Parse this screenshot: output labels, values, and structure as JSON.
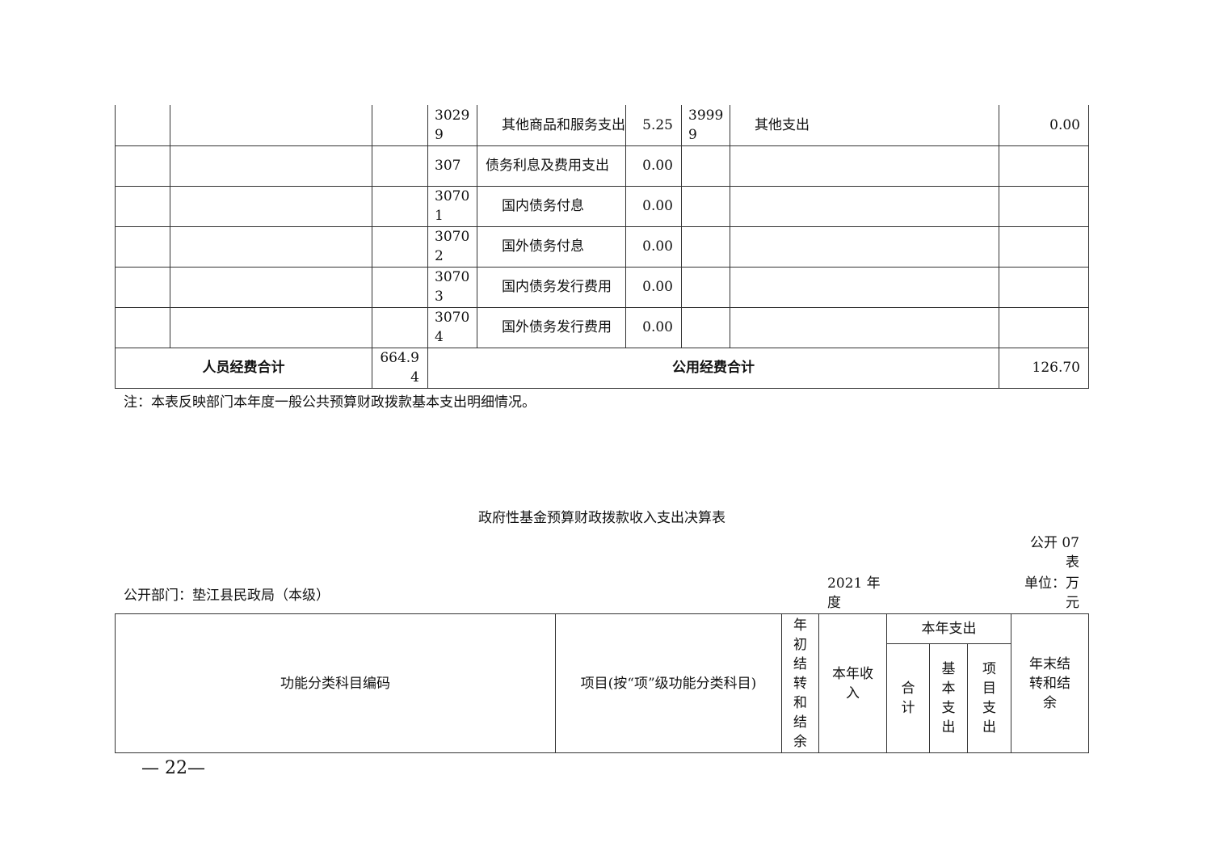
{
  "table1": {
    "rows": [
      {
        "code1": "30299",
        "name1": "其他商品和服务支出",
        "amt1": "5.25",
        "code2": "39999",
        "name2": "其他支出",
        "amt2": "0.00"
      },
      {
        "code1": "307",
        "name1": "债务利息及费用支出",
        "amt1": "0.00",
        "code2": "",
        "name2": "",
        "amt2": ""
      },
      {
        "code1": "30701",
        "name1": "国内债务付息",
        "amt1": "0.00",
        "code2": "",
        "name2": "",
        "amt2": ""
      },
      {
        "code1": "30702",
        "name1": "国外债务付息",
        "amt1": "0.00",
        "code2": "",
        "name2": "",
        "amt2": ""
      },
      {
        "code1": "30703",
        "name1": "国内债务发行费用",
        "amt1": "0.00",
        "code2": "",
        "name2": "",
        "amt2": ""
      },
      {
        "code1": "30704",
        "name1": "国外债务发行费用",
        "amt1": "0.00",
        "code2": "",
        "name2": "",
        "amt2": ""
      }
    ],
    "total": {
      "personnel_label": "人员经费合计",
      "personnel_value": "664.94",
      "public_label": "公用经费合计",
      "public_value": "126.70"
    }
  },
  "note": "注：本表反映部门本年度一般公共预算财政拨款基本支出明细情况。",
  "title2": "政府性基金预算财政拨款收入支出决算表",
  "table_tag": "公开 07 表",
  "department": "公开部门：垫江县民政局（本级）",
  "year": "2021 年度",
  "unit": "单位：万元",
  "table2": {
    "headers": {
      "code": "功能分类科目编码",
      "item": "项目(按“项”级功能分类科目)",
      "carry_in": "年初结转和结余",
      "income": "本年收入",
      "expense_group": "本年支出",
      "total": "合计",
      "basic": "基本支出",
      "project": "项目支出",
      "carry_out": "年末结转和结余"
    }
  },
  "page_number": "— 22—"
}
